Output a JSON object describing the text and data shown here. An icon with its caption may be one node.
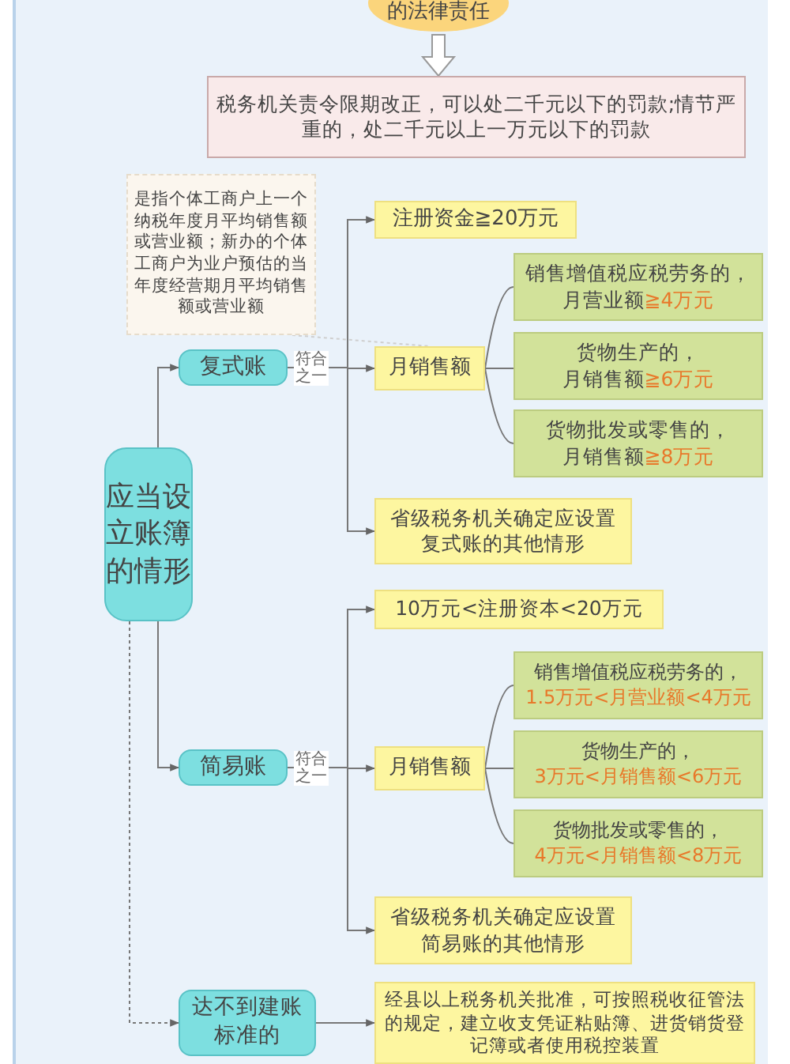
{
  "diagram": {
    "nodes": [
      {
        "text": [
          "的法律责任"
        ]
      },
      {
        "text": [
          "税务机关责令限期改正，可以处二千元以下的罚款;情节严重的，处二千元以上一万元以下的罚款"
        ]
      },
      {
        "text": [
          "是指个体工商户上一个纳税年度月平均销售额或营业额；新办的个体工商户为业户预估的当年度经营期月平均销售额或营业额"
        ]
      },
      {
        "text": [
          "复式账"
        ]
      },
      {
        "text": [
          "注册资金≧20万元"
        ]
      },
      {
        "text": [
          "月销售额"
        ]
      },
      {
        "text": [
          "销售增值税应税劳务的，",
          "月营业额",
          "≧4万元"
        ]
      },
      {
        "text": [
          "货物生产的，",
          "月销售额",
          "≧6万元"
        ]
      },
      {
        "text": [
          "货物批发或零售的，",
          "月销售额",
          "≧8万元"
        ]
      },
      {
        "text": [
          "省级税务机关确定应设置复式账的其他情形"
        ]
      },
      {
        "text": [
          "应当设立账簿的情形"
        ]
      },
      {
        "text": [
          "10万元<注册资本<20万元"
        ]
      },
      {
        "text": [
          "简易账"
        ]
      },
      {
        "text": [
          "月销售额"
        ]
      },
      {
        "text": [
          "销售增值税应税劳务的，",
          "1.5万元<月营业额<4万元"
        ]
      },
      {
        "text": [
          "货物生产的，",
          "3万元<月销售额<6万元"
        ]
      },
      {
        "text": [
          "货物批发或零售的，",
          "4万元<月销售额<8万元"
        ]
      },
      {
        "text": [
          "省级税务机关确定应设置简易账的其他情形"
        ]
      },
      {
        "text": [
          "达不到建账标准的"
        ]
      },
      {
        "text": [
          "经县以上税务机关批准，可按照税收征管法的规定，建立收支凭证粘贴簿、进货销货登记簿或者使用税控装置"
        ]
      }
    ],
    "edges": [
      {
        "from": 0,
        "to": 1,
        "arrow": "to"
      },
      {
        "from": 2,
        "to": 5,
        "arrow": "none",
        "style": "dashed",
        "color": "#cfcfcf"
      },
      {
        "from": 10,
        "to": 3,
        "arrow": "to"
      },
      {
        "from": 3,
        "to": 4,
        "arrow": "to"
      },
      {
        "from": 3,
        "to": 5,
        "arrow": "to",
        "label": "符合之一"
      },
      {
        "from": 3,
        "to": 9,
        "arrow": "to"
      },
      {
        "from": 5,
        "to": 6,
        "arrow": "none"
      },
      {
        "from": 5,
        "to": 7,
        "arrow": "none"
      },
      {
        "from": 5,
        "to": 8,
        "arrow": "none"
      },
      {
        "from": 10,
        "to": 12,
        "arrow": "to"
      },
      {
        "from": 12,
        "to": 11,
        "arrow": "to"
      },
      {
        "from": 12,
        "to": 13,
        "arrow": "to",
        "label": "符合之一"
      },
      {
        "from": 12,
        "to": 17,
        "arrow": "to"
      },
      {
        "from": 13,
        "to": 14,
        "arrow": "none"
      },
      {
        "from": 13,
        "to": 15,
        "arrow": "none"
      },
      {
        "from": 13,
        "to": 16,
        "arrow": "none"
      },
      {
        "from": 10,
        "to": 18,
        "arrow": "to",
        "style": "dashed"
      },
      {
        "from": 18,
        "to": 19,
        "arrow": "to"
      }
    ]
  }
}
